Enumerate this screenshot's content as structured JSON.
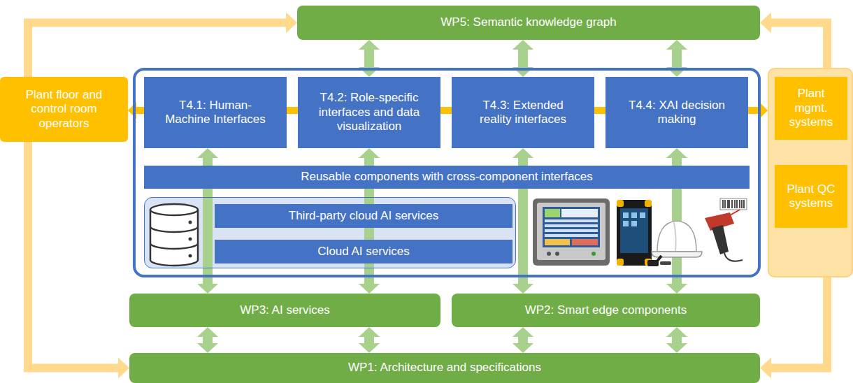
{
  "diagram": {
    "nodes": [
      {
        "text": [
          "WP5: Semantic knowledge graph"
        ]
      },
      {
        "text": [
          "Plant floor and control room operators"
        ]
      },
      {
        "text": []
      },
      {
        "text": [
          "T4.1: Human-Machine Interfaces"
        ],
        "in": 2
      },
      {
        "text": [
          "T4.2: Role-specific interfaces and data visualization"
        ],
        "in": 2
      },
      {
        "text": [
          "T4.3: Extended reality interfaces"
        ],
        "in": 2
      },
      {
        "text": [
          "T4.4: XAI decision making"
        ],
        "in": 2
      },
      {
        "text": [
          "Reusable components with cross-component interfaces"
        ],
        "in": 2
      },
      {
        "text": [],
        "in": 2
      },
      {
        "text": [
          "Third-party cloud AI services"
        ],
        "in": 8
      },
      {
        "text": [
          "Cloud AI services"
        ],
        "in": 8
      },
      {
        "text": []
      },
      {
        "text": [
          "Plant mgmt. systems"
        ],
        "in": 11
      },
      {
        "text": [
          "Plant QC systems"
        ],
        "in": 11
      },
      {
        "text": [
          "WP3: AI services"
        ]
      },
      {
        "text": [
          "WP2: Smart edge components"
        ]
      },
      {
        "text": [
          "WP1: Architecture and specifications"
        ]
      }
    ],
    "edges": [
      {
        "from": 3,
        "to": 1,
        "arrow": "to"
      },
      {
        "from": 3,
        "to": 4,
        "arrow": "none"
      },
      {
        "from": 4,
        "to": 5,
        "arrow": "none"
      },
      {
        "from": 5,
        "to": 6,
        "arrow": "none"
      },
      {
        "from": 6,
        "to": 11,
        "arrow": "to"
      },
      {
        "from": 1,
        "to": 0,
        "arrow": "to"
      },
      {
        "from": 1,
        "to": 16,
        "arrow": "to"
      },
      {
        "from": 11,
        "to": 0,
        "arrow": "to"
      },
      {
        "from": 11,
        "to": 16,
        "arrow": "to"
      },
      {
        "from": 0,
        "to": 4,
        "arrow": "both"
      },
      {
        "from": 0,
        "to": 5,
        "arrow": "both"
      },
      {
        "from": 0,
        "to": 6,
        "arrow": "both"
      },
      {
        "from": 14,
        "to": 3,
        "arrow": "both"
      },
      {
        "from": 14,
        "to": 4,
        "arrow": "both"
      },
      {
        "from": 15,
        "to": 5,
        "arrow": "both"
      },
      {
        "from": 15,
        "to": 6,
        "arrow": "both"
      },
      {
        "from": 14,
        "to": 16,
        "arrow": "both"
      },
      {
        "from": 14,
        "to": 16,
        "arrow": "both"
      },
      {
        "from": 15,
        "to": 16,
        "arrow": "both"
      },
      {
        "from": 15,
        "to": 16,
        "arrow": "both"
      }
    ]
  }
}
